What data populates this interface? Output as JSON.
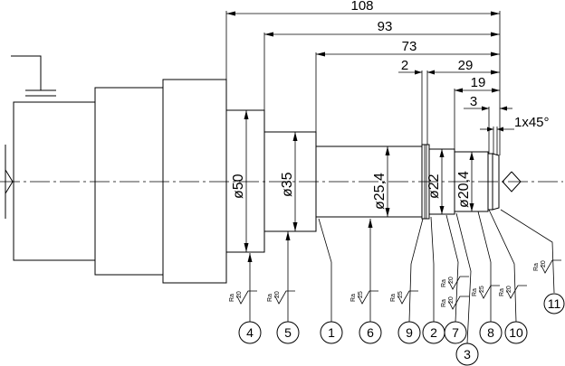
{
  "dimensions": {
    "length_108": "108",
    "length_93": "93",
    "length_73": "73",
    "width_2": "2",
    "length_29": "29",
    "length_19": "19",
    "length_3": "3",
    "chamfer": "1x45°"
  },
  "diameters": {
    "d50": "ø50",
    "d35": "ø35",
    "d25": "ø25,4",
    "d22": "ø22",
    "d20": "ø20,4"
  },
  "roughness": {
    "label": "Ra",
    "values": [
      "20",
      "20",
      "25",
      "25",
      "20",
      "20",
      "25",
      "20",
      "20"
    ]
  },
  "callouts": [
    "4",
    "5",
    "1",
    "6",
    "9",
    "2",
    "7",
    "3",
    "8",
    "10",
    "11"
  ]
}
